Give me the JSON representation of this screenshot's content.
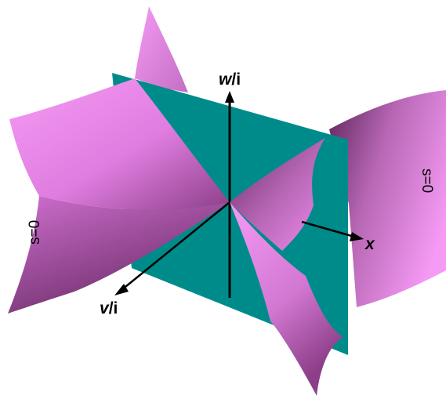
{
  "axes": {
    "w": {
      "var": "w",
      "sep": "/",
      "unit": "i"
    },
    "v": {
      "var": "v",
      "sep": "/",
      "unit": "i"
    },
    "x": {
      "var": "x"
    }
  },
  "surface_labels": {
    "left": "s=0",
    "right": "s=0"
  },
  "colors": {
    "plane": "#008b8b",
    "surface_light": "#f08cf0",
    "surface_mid": "#c36ec3",
    "surface_dark": "#6a2c66",
    "axis": "#000000"
  }
}
